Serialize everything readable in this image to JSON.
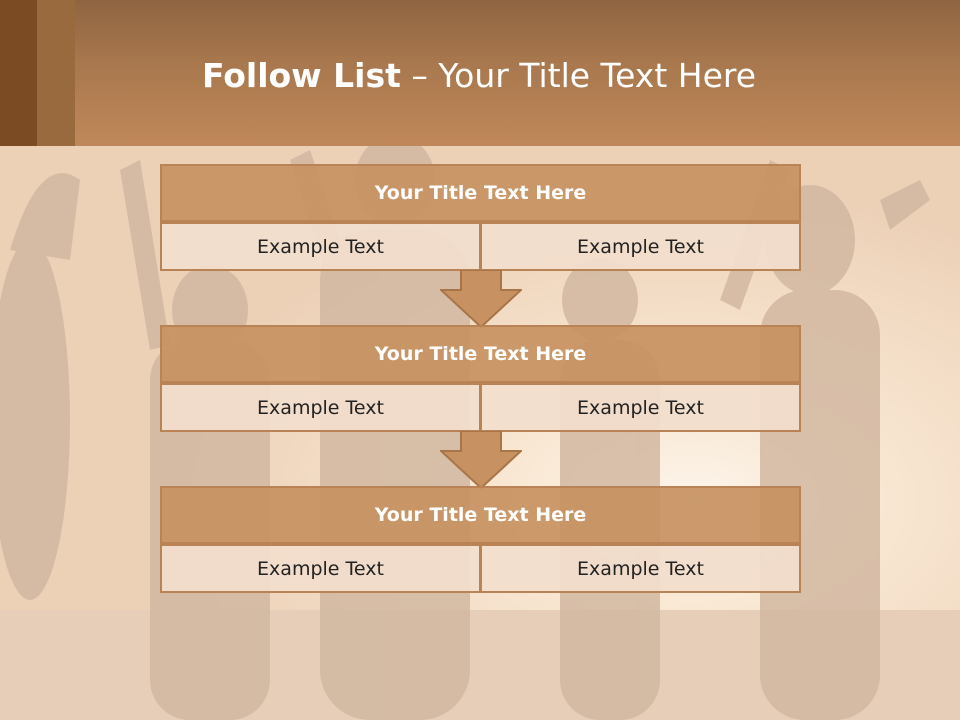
{
  "slide": {
    "title_bold": "Follow List",
    "title_rest": " – Your Title Text Here"
  },
  "flow": [
    {
      "title": "Your Title Text Here",
      "cells": [
        "Example Text",
        "Example Text"
      ]
    },
    {
      "title": "Your Title Text Here",
      "cells": [
        "Example Text",
        "Example Text"
      ]
    },
    {
      "title": "Your Title Text Here",
      "cells": [
        "Example Text",
        "Example Text"
      ]
    }
  ],
  "colors": {
    "title_bar": "#a9784e",
    "block_header": "#c79161",
    "block_cell": "#f2decd",
    "border": "#b98355",
    "arrow": "#c79161"
  }
}
